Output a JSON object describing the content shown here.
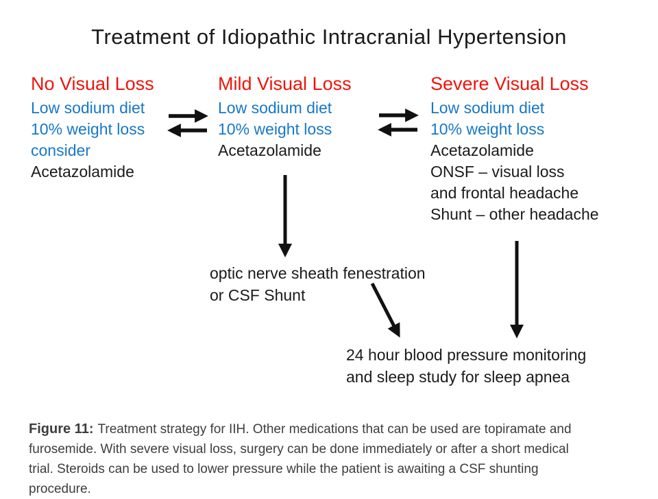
{
  "title": "Treatment of Idiopathic Intracranial Hypertension",
  "colors": {
    "red": "#ee1309",
    "blue": "#1677c8",
    "ink": "#1a1a1a",
    "caption": "#3d3d3d",
    "arrow": "#111111"
  },
  "columns": [
    {
      "header": "No Visual Loss",
      "lines": [
        {
          "text": "Low sodium diet",
          "tone": "blue"
        },
        {
          "text": "10% weight loss",
          "tone": "blue"
        },
        {
          "text": "consider",
          "tone": "blue"
        },
        {
          "text": "Acetazolamide",
          "tone": "ink"
        }
      ]
    },
    {
      "header": "Mild Visual Loss",
      "lines": [
        {
          "text": "Low sodium diet",
          "tone": "blue"
        },
        {
          "text": "10% weight loss",
          "tone": "blue"
        },
        {
          "text": "Acetazolamide",
          "tone": "ink"
        }
      ]
    },
    {
      "header": "Severe Visual Loss",
      "lines": [
        {
          "text": "Low sodium diet",
          "tone": "blue"
        },
        {
          "text": "10% weight loss",
          "tone": "blue"
        },
        {
          "text": "Acetazolamide",
          "tone": "ink"
        },
        {
          "text": "ONSF – visual loss",
          "tone": "ink"
        },
        {
          "text": "and frontal headache",
          "tone": "ink"
        },
        {
          "text": "Shunt – other headache",
          "tone": "ink"
        }
      ]
    }
  ],
  "surgery_label": {
    "line1": "optic nerve sheath fenestration",
    "line2": "or CSF Shunt"
  },
  "monitoring_label": {
    "line1": "24 hour blood pressure monitoring",
    "line2": "and sleep study for sleep apnea"
  },
  "caption": {
    "prefix": "Figure 11:",
    "lines": [
      "Treatment strategy for IIH. Other medications that can be used are topiramate and",
      "furosemide. With severe visual loss, surgery can be done immediately or after a short medical",
      "trial. Steroids can be used to lower pressure while the patient is awaiting a CSF shunting",
      "procedure."
    ]
  }
}
